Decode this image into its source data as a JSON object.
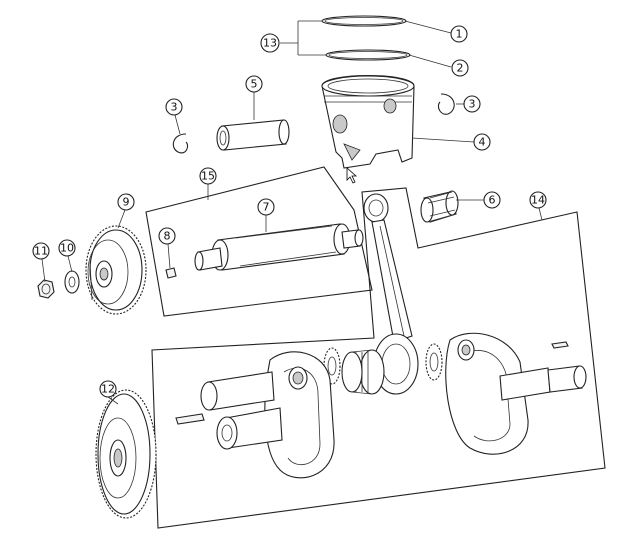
{
  "diagram": {
    "callouts": [
      {
        "id": "c1",
        "label": "1"
      },
      {
        "id": "c2",
        "label": "2"
      },
      {
        "id": "c3a",
        "label": "3"
      },
      {
        "id": "c3b",
        "label": "3"
      },
      {
        "id": "c4",
        "label": "4"
      },
      {
        "id": "c5",
        "label": "5"
      },
      {
        "id": "c6",
        "label": "6"
      },
      {
        "id": "c7",
        "label": "7"
      },
      {
        "id": "c8",
        "label": "8"
      },
      {
        "id": "c9",
        "label": "9"
      },
      {
        "id": "c10",
        "label": "10"
      },
      {
        "id": "c11",
        "label": "11"
      },
      {
        "id": "c12",
        "label": "12"
      },
      {
        "id": "c13",
        "label": "13"
      },
      {
        "id": "c14",
        "label": "14"
      },
      {
        "id": "c15",
        "label": "15"
      }
    ]
  }
}
